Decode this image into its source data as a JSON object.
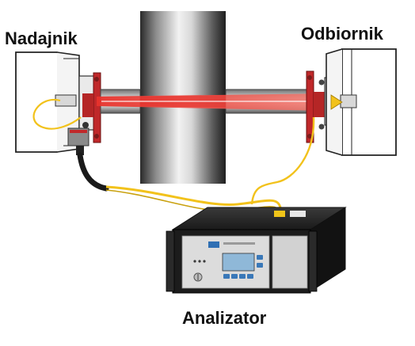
{
  "labels": {
    "transmitter": "Nadajnik",
    "receiver": "Odbiornik",
    "analyzer": "Analizator"
  },
  "colors": {
    "beam": "#e8322c",
    "flange": "#c0282a",
    "cable_yellow": "#f2c21b",
    "cable_black": "#1a1a1a",
    "analyzer_panel": "#dcdcdc",
    "lcd_screen": "#8fb8d8",
    "warning_label": "#f0c419"
  },
  "icons": {
    "laser_arrow": "triangle-right",
    "device_logo": "small-blue-logo"
  }
}
